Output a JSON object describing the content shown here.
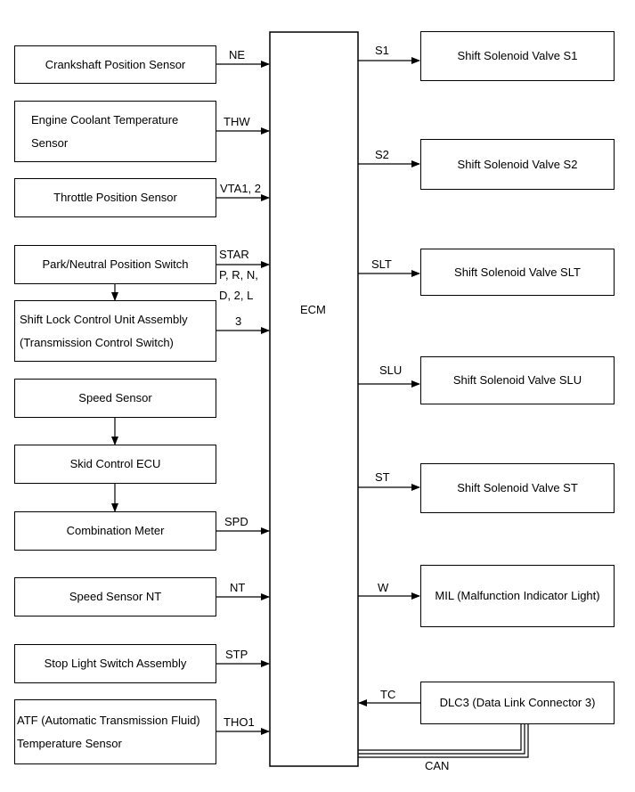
{
  "ecm": {
    "label": "ECM"
  },
  "inputs": [
    {
      "lines": [
        "Crankshaft Position Sensor"
      ],
      "signal": [
        "NE"
      ]
    },
    {
      "lines": [
        "Engine Coolant Temperature",
        "Sensor"
      ],
      "signal": [
        "THW"
      ]
    },
    {
      "lines": [
        "Throttle Position Sensor"
      ],
      "signal": [
        "VTA1, 2"
      ]
    },
    {
      "lines": [
        "Park/Neutral Position Switch"
      ],
      "signal": [
        "STAR",
        "P, R, N,",
        "D, 2, L"
      ]
    },
    {
      "lines": [
        "Shift Lock Control Unit Assembly",
        "(Transmission Control Switch)"
      ],
      "signal": [
        "3"
      ]
    },
    {
      "lines": [
        "Speed Sensor"
      ],
      "signal": []
    },
    {
      "lines": [
        "Skid Control ECU"
      ],
      "signal": []
    },
    {
      "lines": [
        "Combination Meter"
      ],
      "signal": [
        "SPD"
      ]
    },
    {
      "lines": [
        "Speed Sensor NT"
      ],
      "signal": [
        "NT"
      ]
    },
    {
      "lines": [
        "Stop Light Switch Assembly"
      ],
      "signal": [
        "STP"
      ]
    },
    {
      "lines": [
        "ATF (Automatic Transmission Fluid)",
        "Temperature Sensor"
      ],
      "signal": [
        "THO1"
      ]
    }
  ],
  "outputs": [
    {
      "label": "Shift Solenoid Valve S1",
      "signal": "S1"
    },
    {
      "label": "Shift Solenoid Valve S2",
      "signal": "S2"
    },
    {
      "label": "Shift Solenoid Valve SLT",
      "signal": "SLT"
    },
    {
      "label": "Shift Solenoid Valve SLU",
      "signal": "SLU"
    },
    {
      "label": "Shift Solenoid Valve ST",
      "signal": "ST"
    },
    {
      "label": "MIL (Malfunction Indicator Light)",
      "signal": "W"
    },
    {
      "label": "DLC3 (Data Link Connector 3)",
      "signal": "TC"
    }
  ],
  "can_bus": {
    "label": "CAN"
  }
}
